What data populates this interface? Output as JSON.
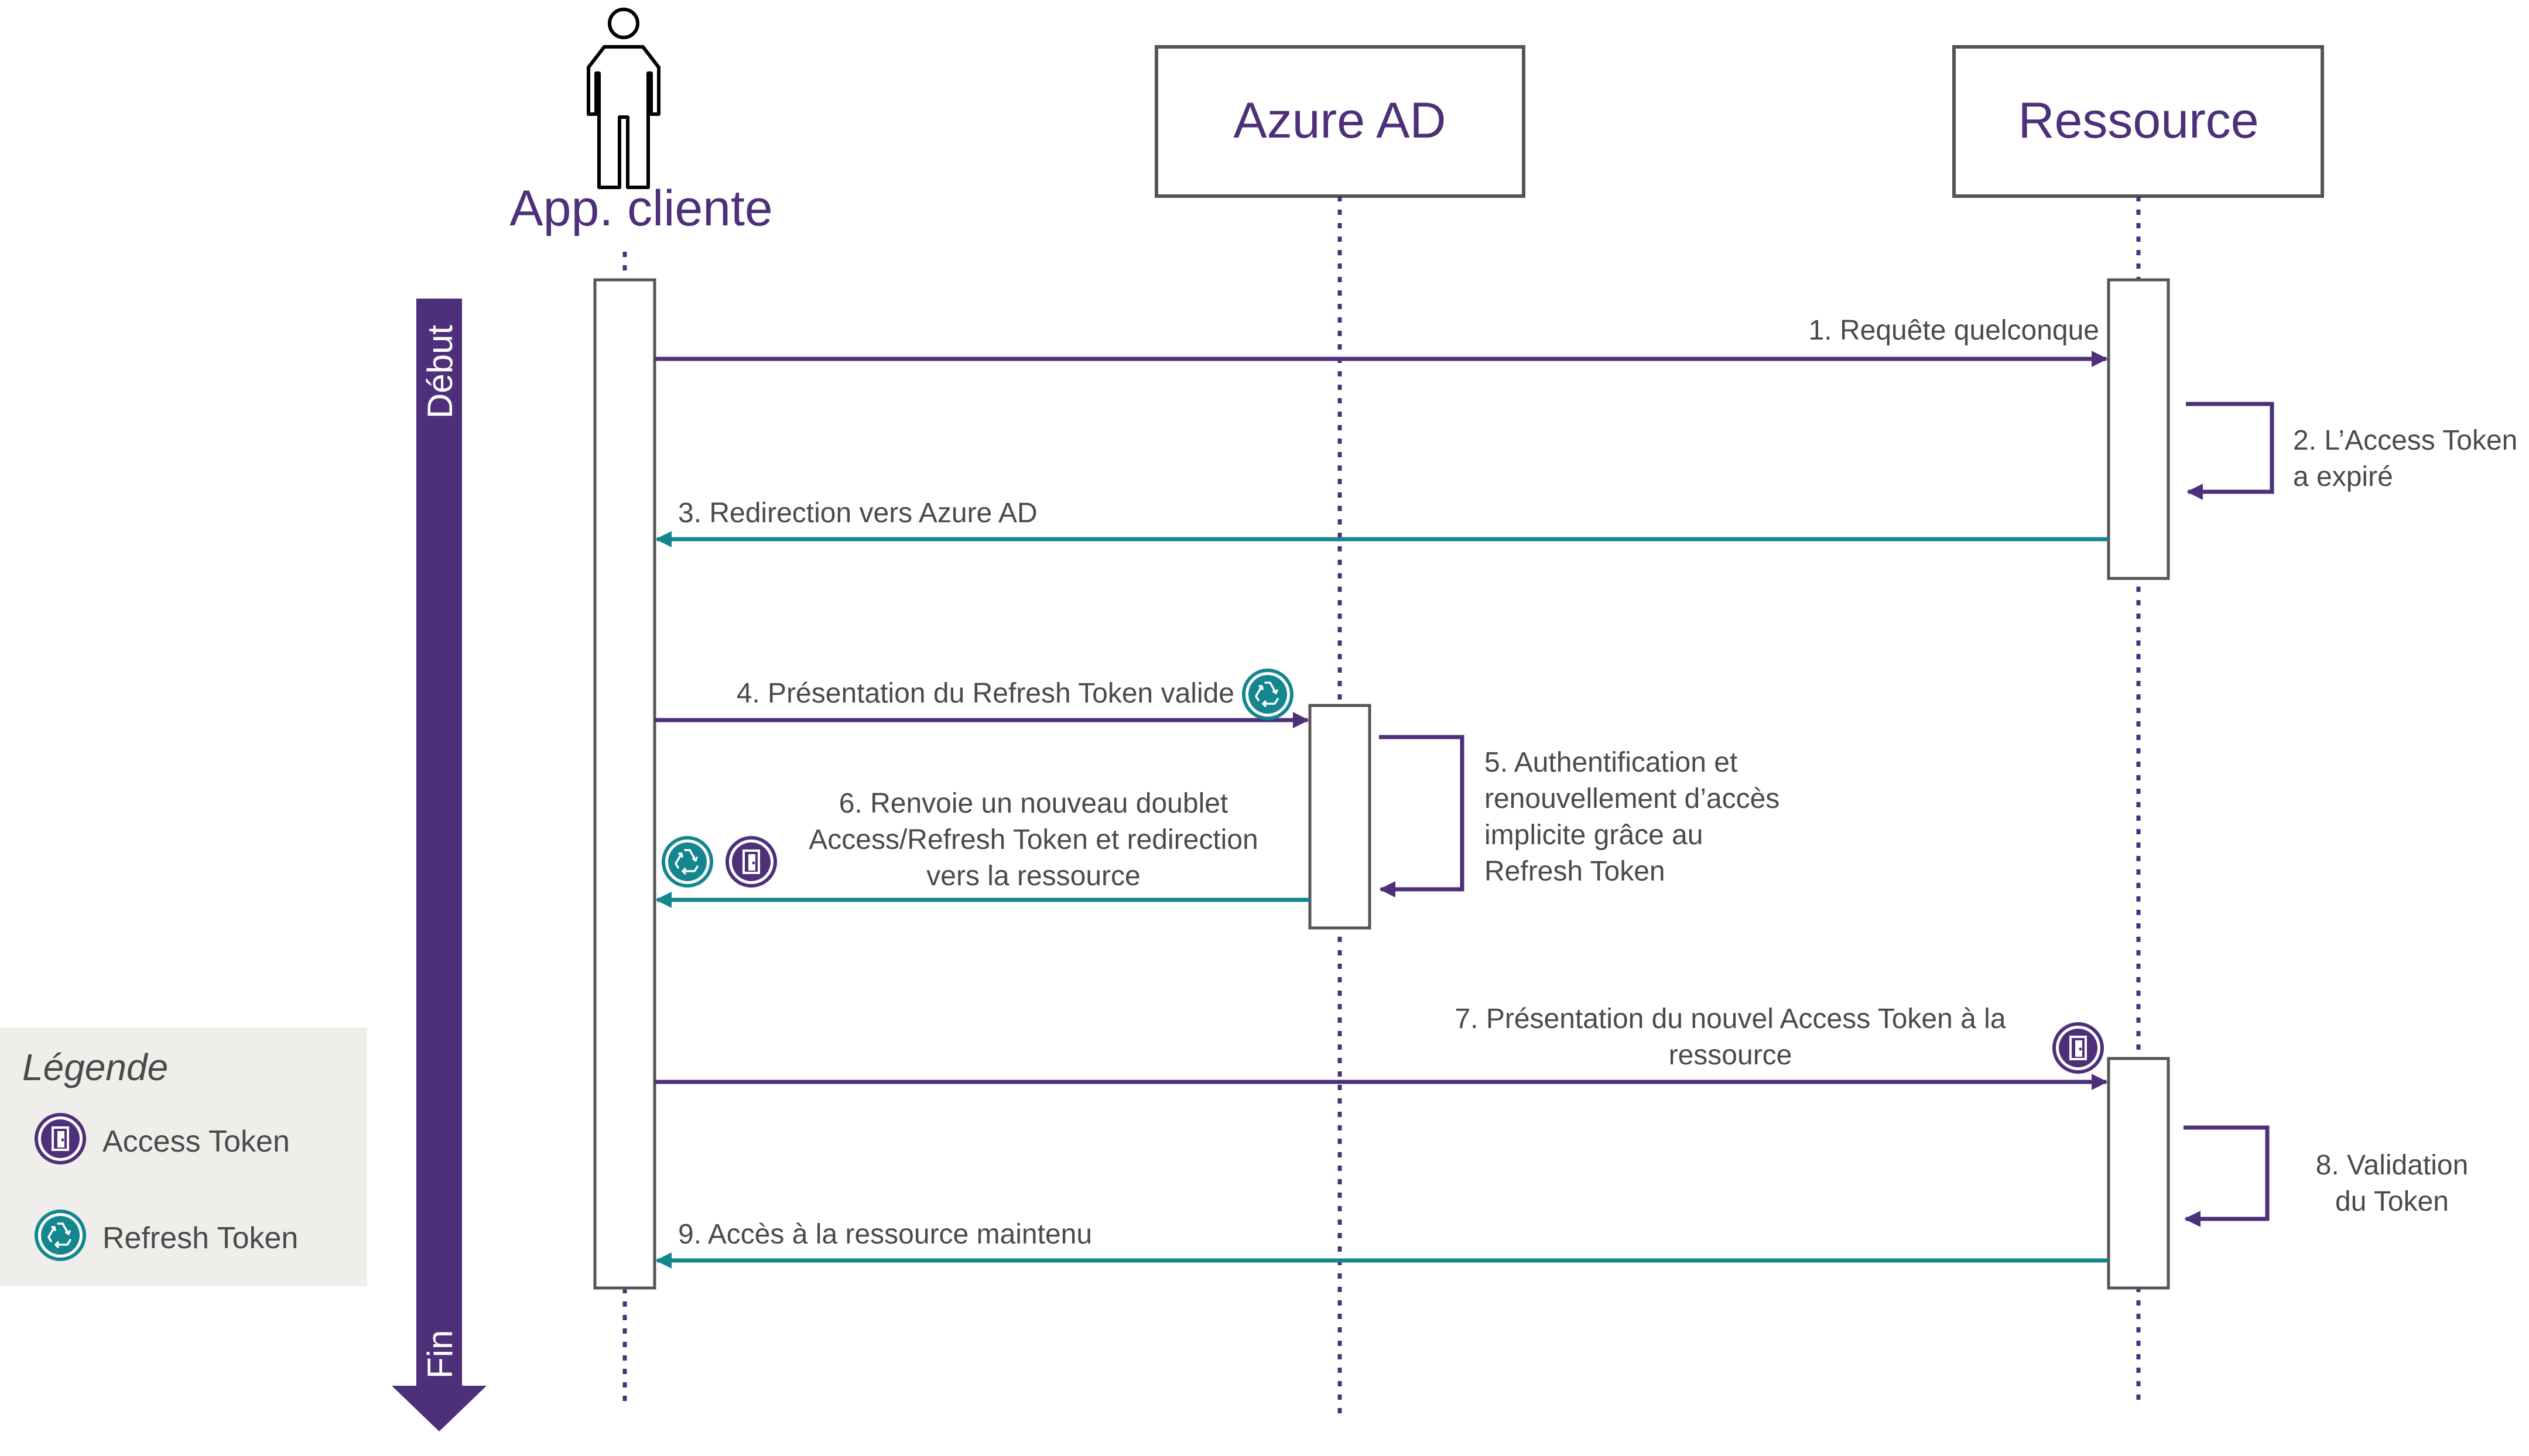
{
  "colors": {
    "purple": "#4e2f7a",
    "teal": "#13868f",
    "gray_text": "#4a4a4a",
    "legend_bg": "#efeeeb",
    "box_border": "#555555"
  },
  "participants": {
    "client": "App. cliente",
    "azure": "Azure AD",
    "resource": "Ressource"
  },
  "timeline": {
    "start": "Début",
    "end": "Fin"
  },
  "messages": {
    "m1": "1. Requête quelconque",
    "m2_line1": "2. L’Access Token",
    "m2_line2": "a expiré",
    "m3": "3. Redirection vers Azure AD",
    "m4": "4. Présentation du Refresh Token valide",
    "m5_line1": "5.   Authentification   et",
    "m5_line2": "renouvellement  d’accès",
    "m5_line3": "implicite      grâce      au",
    "m5_line4": "Refresh Token",
    "m6_line1": "6. Renvoie un nouveau doublet",
    "m6_line2": "Access/Refresh Token et redirection",
    "m6_line3": "vers la ressource",
    "m7_line1": "7. Présentation du nouvel Access Token à la",
    "m7_line2": "ressource",
    "m8_line1": "8. Validation",
    "m8_line2": "du Token",
    "m9": "9. Accès à la ressource maintenu"
  },
  "legend": {
    "title": "Légende",
    "access_token": "Access Token",
    "refresh_token": "Refresh Token"
  }
}
